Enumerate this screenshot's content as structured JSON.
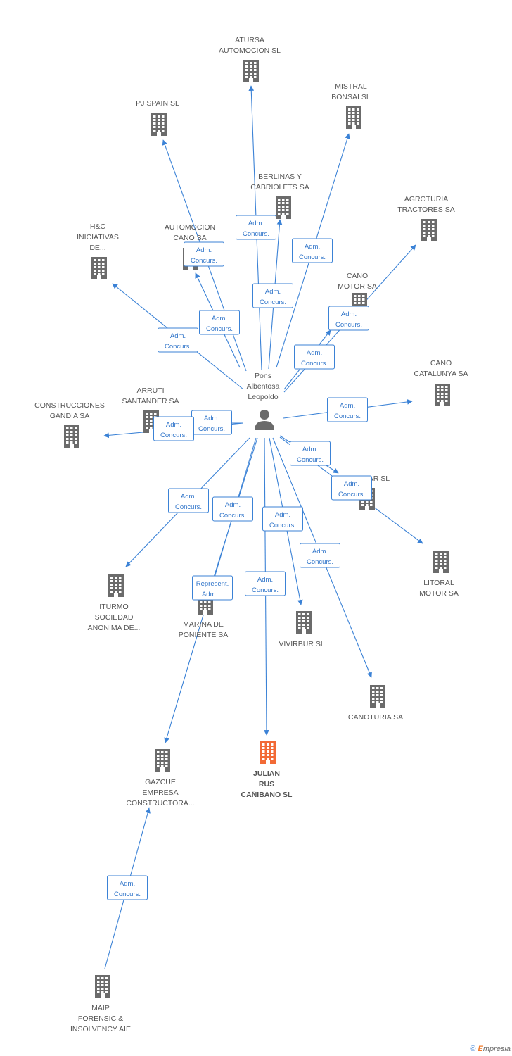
{
  "center": {
    "lines": [
      "Pons",
      "Albentosa",
      "Leopoldo"
    ]
  },
  "companies": [
    {
      "id": "atursa",
      "lines": [
        "ATURSA",
        "AUTOMOCION SL"
      ],
      "highlight": false
    },
    {
      "id": "pjspain",
      "lines": [
        "PJ SPAIN  SL"
      ],
      "highlight": false
    },
    {
      "id": "mistral",
      "lines": [
        "MISTRAL",
        "BONSAI SL"
      ],
      "highlight": false
    },
    {
      "id": "berlinas",
      "lines": [
        "BERLINAS Y",
        "CABRIOLETS SA"
      ],
      "highlight": false
    },
    {
      "id": "agroturia",
      "lines": [
        "AGROTURIA",
        "TRACTORES SA"
      ],
      "highlight": false
    },
    {
      "id": "hc",
      "lines": [
        "H&C",
        "INICIATIVAS",
        "DE..."
      ],
      "highlight": false
    },
    {
      "id": "automocion_cano",
      "lines": [
        "AUTOMOCION",
        "CANO SA"
      ],
      "highlight": false
    },
    {
      "id": "cano_motor",
      "lines": [
        "CANO",
        "MOTOR SA"
      ],
      "highlight": false
    },
    {
      "id": "cano_catalunya",
      "lines": [
        "CANO",
        "CATALUNYA SA"
      ],
      "highlight": false
    },
    {
      "id": "arruti",
      "lines": [
        "ARRUTI",
        "SANTANDER SA"
      ],
      "highlight": false
    },
    {
      "id": "construcciones",
      "lines": [
        "CONSTRUCCIONES",
        "GANDIA SA"
      ],
      "highlight": false
    },
    {
      "id": "canocar",
      "lines": [
        "CANOCAR SL"
      ],
      "highlight": false
    },
    {
      "id": "litoral",
      "lines": [
        "LITORAL",
        "MOTOR SA"
      ],
      "highlight": false
    },
    {
      "id": "iturmo",
      "lines": [
        "ITURMO",
        "SOCIEDAD",
        "ANONIMA DE..."
      ],
      "highlight": false
    },
    {
      "id": "marina",
      "lines": [
        "MARINA DE",
        "PONIENTE SA"
      ],
      "highlight": false
    },
    {
      "id": "vivirbur",
      "lines": [
        "VIVIRBUR SL"
      ],
      "highlight": false
    },
    {
      "id": "canoturia",
      "lines": [
        "CANOTURIA SA"
      ],
      "highlight": false
    },
    {
      "id": "gazcue",
      "lines": [
        "GAZCUE",
        "EMPRESA",
        "CONSTRUCTORA..."
      ],
      "highlight": false
    },
    {
      "id": "julian",
      "lines": [
        "JULIAN",
        "RUS",
        "CAÑIBANO SL"
      ],
      "highlight": true
    },
    {
      "id": "maip",
      "lines": [
        "MAIP",
        "FORENSIC &",
        "INSOLVENCY AIE"
      ],
      "highlight": false
    }
  ],
  "relations": [
    {
      "from": "center",
      "to": "atursa",
      "lines": [
        "Adm.",
        "Concurs."
      ]
    },
    {
      "from": "center",
      "to": "pjspain",
      "lines": [
        "Adm.",
        "Concurs."
      ]
    },
    {
      "from": "center",
      "to": "mistral",
      "lines": [
        "Adm.",
        "Concurs."
      ]
    },
    {
      "from": "center",
      "to": "berlinas",
      "lines": [
        "Adm.",
        "Concurs."
      ]
    },
    {
      "from": "center",
      "to": "agroturia",
      "lines": [
        "Adm.",
        "Concurs."
      ]
    },
    {
      "from": "center",
      "to": "hc",
      "lines": [
        "Adm.",
        "Concurs."
      ]
    },
    {
      "from": "center",
      "to": "automocion_cano",
      "lines": [
        "Adm.",
        "Concurs."
      ]
    },
    {
      "from": "center",
      "to": "cano_motor",
      "lines": [
        "Adm.",
        "Concurs."
      ]
    },
    {
      "from": "center",
      "to": "cano_catalunya",
      "lines": [
        "Adm.",
        "Concurs."
      ]
    },
    {
      "from": "center",
      "to": "arruti",
      "lines": [
        "Adm.",
        "Concurs."
      ]
    },
    {
      "from": "center",
      "to": "construcciones",
      "lines": [
        "Adm.",
        "Concurs."
      ]
    },
    {
      "from": "center",
      "to": "canocar",
      "lines": [
        "Adm.",
        "Concurs."
      ]
    },
    {
      "from": "center",
      "to": "litoral",
      "lines": [
        "Adm.",
        "Concurs."
      ]
    },
    {
      "from": "center",
      "to": "iturmo",
      "lines": [
        "Adm.",
        "Concurs."
      ]
    },
    {
      "from": "center",
      "to": "marina",
      "lines": [
        "Adm.",
        "Concurs."
      ]
    },
    {
      "from": "center",
      "to": "vivirbur",
      "lines": [
        "Adm.",
        "Concurs."
      ]
    },
    {
      "from": "center",
      "to": "canoturia",
      "lines": [
        "Adm.",
        "Concurs."
      ]
    },
    {
      "from": "center",
      "to": "gazcue",
      "lines": [
        "Represent.",
        "Adm...."
      ]
    },
    {
      "from": "center",
      "to": "julian",
      "lines": [
        "Adm.",
        "Concurs."
      ]
    },
    {
      "from": "maip",
      "to": "gazcue",
      "lines": [
        "Adm.",
        "Concurs."
      ]
    }
  ],
  "colors": {
    "edge": "#3b82d6",
    "building": "#6b6b6b",
    "highlight": "#f26a36",
    "person": "#6b6b6b"
  },
  "icons": {
    "company": "building-icon",
    "person": "person-icon"
  },
  "watermark": {
    "symbol": "©",
    "brand_initial": "E",
    "brand_rest": "mpresia"
  }
}
